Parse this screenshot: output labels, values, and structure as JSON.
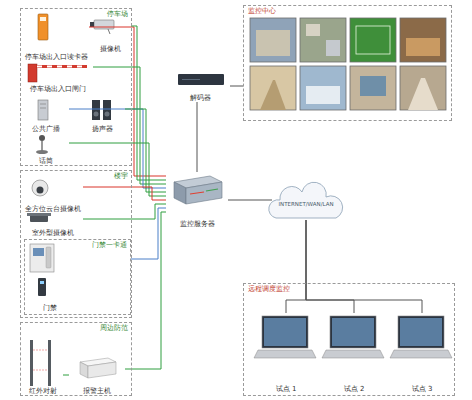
{
  "diagram": {
    "nodes": [
      {
        "text": [
          "停车场"
        ]
      },
      {
        "text": [
          "停车场出入口读卡器"
        ],
        "in": 0
      },
      {
        "text": [
          "摄像机"
        ],
        "in": 0
      },
      {
        "text": [
          "停车场出入口闸门"
        ],
        "in": 0
      },
      {
        "text": [
          "公共广播"
        ],
        "in": 0
      },
      {
        "text": [
          "扬声器"
        ],
        "in": 0
      },
      {
        "text": [
          "话筒"
        ],
        "in": 0
      },
      {
        "text": [
          "楼宇"
        ]
      },
      {
        "text": [
          "全方位云台摄像机"
        ],
        "in": 7
      },
      {
        "text": [
          "室外型摄像机"
        ],
        "in": 7
      },
      {
        "text": [
          "门禁一卡通"
        ],
        "in": 7
      },
      {
        "text": [
          "门禁"
        ],
        "in": 10
      },
      {
        "text": [
          "周边防范"
        ]
      },
      {
        "text": [
          "红外对射"
        ],
        "in": 12
      },
      {
        "text": [
          "报警主机"
        ],
        "in": 12
      },
      {
        "text": [
          "监控服务器"
        ]
      },
      {
        "text": [
          "解码器"
        ]
      },
      {
        "text": [
          "监控中心"
        ]
      },
      {
        "text": [
          "INTERNET/WAN/LAN"
        ]
      },
      {
        "text": [
          "远程调度监控"
        ]
      },
      {
        "text": [
          "试点 1"
        ],
        "in": 19
      },
      {
        "text": [
          "试点 2"
        ],
        "in": 19
      },
      {
        "text": [
          "试点 3"
        ],
        "in": 19
      }
    ],
    "edges": [
      {
        "from": 1,
        "to": 15,
        "arrow": "none"
      },
      {
        "from": 2,
        "to": 15,
        "arrow": "none"
      },
      {
        "from": 3,
        "to": 15,
        "arrow": "none"
      },
      {
        "from": 4,
        "to": 15,
        "arrow": "none"
      },
      {
        "from": 5,
        "to": 15,
        "arrow": "none"
      },
      {
        "from": 6,
        "to": 15,
        "arrow": "none"
      },
      {
        "from": 8,
        "to": 15,
        "arrow": "none"
      },
      {
        "from": 9,
        "to": 15,
        "arrow": "none"
      },
      {
        "from": 10,
        "to": 15,
        "arrow": "none"
      },
      {
        "from": 13,
        "to": 14,
        "arrow": "none"
      },
      {
        "from": 14,
        "to": 15,
        "arrow": "none"
      },
      {
        "from": 15,
        "to": 16,
        "arrow": "none"
      },
      {
        "from": 16,
        "to": 17,
        "arrow": "none"
      },
      {
        "from": 15,
        "to": 18,
        "arrow": "none"
      },
      {
        "from": 18,
        "to": 20,
        "arrow": "none"
      },
      {
        "from": 18,
        "to": 21,
        "arrow": "none"
      },
      {
        "from": 18,
        "to": 22,
        "arrow": "none"
      }
    ]
  }
}
